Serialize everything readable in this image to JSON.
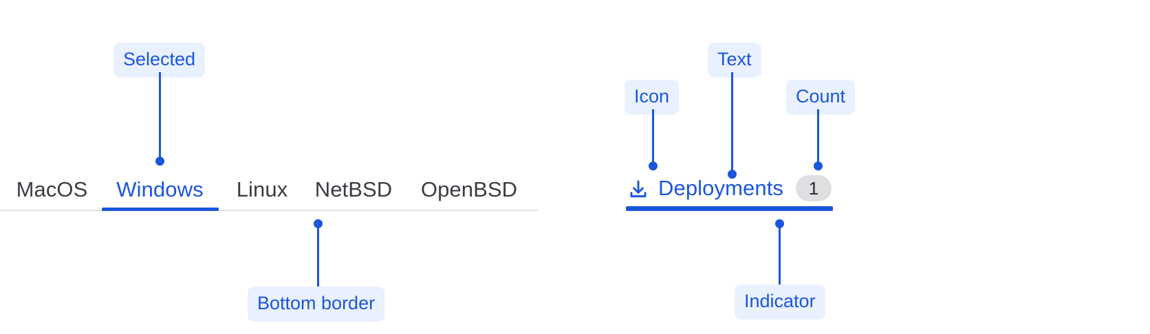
{
  "colors": {
    "accent": "#1a56db",
    "chip_bg": "#eaf1fe",
    "tab_text": "#3c3c43",
    "divider": "#e3e3e5",
    "badge_bg": "#dfdfe2",
    "badge_text": "#2b2b33",
    "page_bg": "#ffffff"
  },
  "left_tabs": {
    "name": "os-tab-strip",
    "items": [
      {
        "label": "MacOS",
        "selected": false
      },
      {
        "label": "Windows",
        "selected": true
      },
      {
        "label": "Linux",
        "selected": false
      },
      {
        "label": "NetBSD",
        "selected": false
      },
      {
        "label": "OpenBSD",
        "selected": false
      }
    ]
  },
  "right_tab": {
    "icon": "download-icon",
    "label": "Deployments",
    "count": "1",
    "selected": true
  },
  "annotations": [
    {
      "id": "selected",
      "label": "Selected"
    },
    {
      "id": "bottom-border",
      "label": "Bottom border"
    },
    {
      "id": "icon",
      "label": "Icon"
    },
    {
      "id": "text",
      "label": "Text"
    },
    {
      "id": "count",
      "label": "Count"
    },
    {
      "id": "indicator",
      "label": "Indicator"
    }
  ]
}
